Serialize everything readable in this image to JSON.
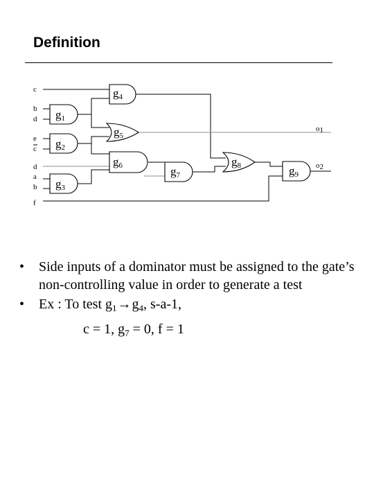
{
  "slide": {
    "title": "Definition"
  },
  "circuit": {
    "inputs": [
      {
        "id": "c1",
        "text": "c"
      },
      {
        "id": "b1",
        "text": "b"
      },
      {
        "id": "d1",
        "text": "d"
      },
      {
        "id": "e",
        "text": "e"
      },
      {
        "id": "cbar",
        "text": "c",
        "overbar": true
      },
      {
        "id": "d2",
        "text": "d"
      },
      {
        "id": "a",
        "text": "a"
      },
      {
        "id": "b2",
        "text": "b"
      },
      {
        "id": "f",
        "text": "f"
      }
    ],
    "gates": [
      {
        "id": "g1",
        "letter": "g",
        "sub": "1",
        "type": "and"
      },
      {
        "id": "g2",
        "letter": "g",
        "sub": "2",
        "type": "and"
      },
      {
        "id": "g3",
        "letter": "g",
        "sub": "3",
        "type": "and"
      },
      {
        "id": "g4",
        "letter": "g",
        "sub": "4",
        "type": "and"
      },
      {
        "id": "g5",
        "letter": "g",
        "sub": "5",
        "type": "or"
      },
      {
        "id": "g6",
        "letter": "g",
        "sub": "6",
        "type": "and"
      },
      {
        "id": "g7",
        "letter": "g",
        "sub": "7",
        "type": "and"
      },
      {
        "id": "g8",
        "letter": "g",
        "sub": "8",
        "type": "or"
      },
      {
        "id": "g9",
        "letter": "g",
        "sub": "9",
        "type": "and"
      }
    ],
    "outputs": [
      {
        "id": "o1",
        "letter": "o",
        "sub": "1"
      },
      {
        "id": "o2",
        "letter": "o",
        "sub": "2"
      }
    ],
    "colors": {
      "wire": "#000000",
      "highlight_wire": "#8c8c8c"
    }
  },
  "bullets": {
    "b1_text": "Side inputs of a dominator must be assigned to the gate’s non-controlling value in order to generate a test",
    "ex_prefix": "Ex : To test g",
    "ex_sub1": "1",
    "ex_arrow": "→",
    "ex_g": "g",
    "ex_sub2": "4",
    "ex_suffix": ",  s-a-1,",
    "ex2_a": "c = 1,  g",
    "ex2_sub": "7",
    "ex2_b": " = 0,  f = 1",
    "bullet_char": "•"
  }
}
